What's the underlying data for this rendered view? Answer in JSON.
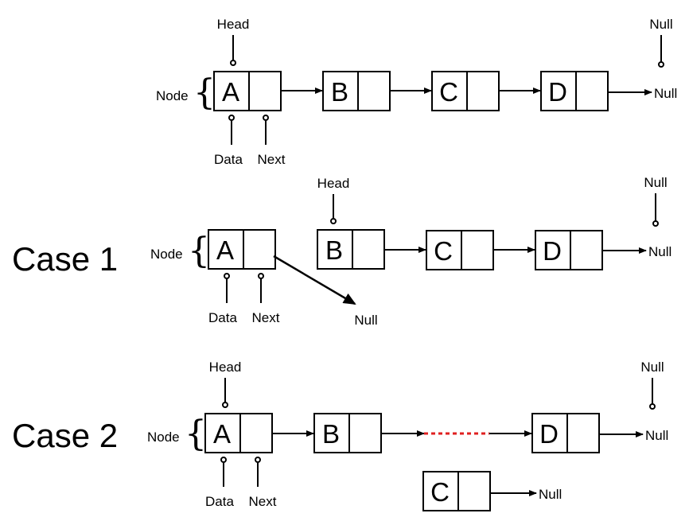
{
  "labels": {
    "head": "Head",
    "null": "Null",
    "node": "Node",
    "data": "Data",
    "next": "Next",
    "brace": "{"
  },
  "cases": {
    "case1": "Case 1",
    "case2": "Case 2"
  },
  "nodes": {
    "a": "A",
    "b": "B",
    "c": "C",
    "d": "D"
  },
  "colors": {
    "stroke": "#000000",
    "dashed_link": "#e02020"
  }
}
